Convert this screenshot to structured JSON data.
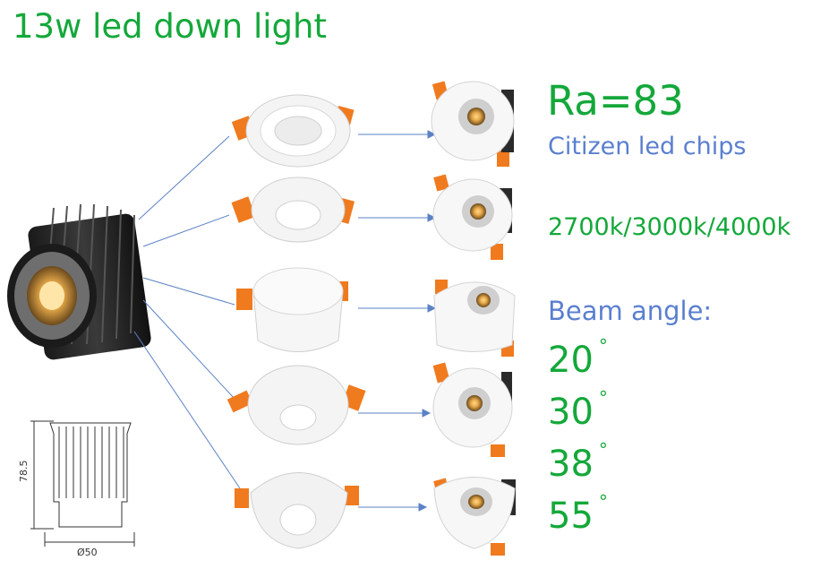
{
  "title": "13w led down light",
  "specs": {
    "ra": "Ra=83",
    "chips": "Citizen led chips",
    "cct": "2700k/3000k/4000k",
    "beam_label": "Beam angle:",
    "angles": [
      "20",
      "30",
      "38",
      "55"
    ],
    "degree_symbol": "°"
  },
  "drawing": {
    "height_label": "78.5",
    "diameter_label": "Ø50"
  },
  "colors": {
    "green": "#14a83a",
    "blue": "#5a7fcf",
    "orange": "#f07a1e",
    "line": "#5b82c4"
  }
}
